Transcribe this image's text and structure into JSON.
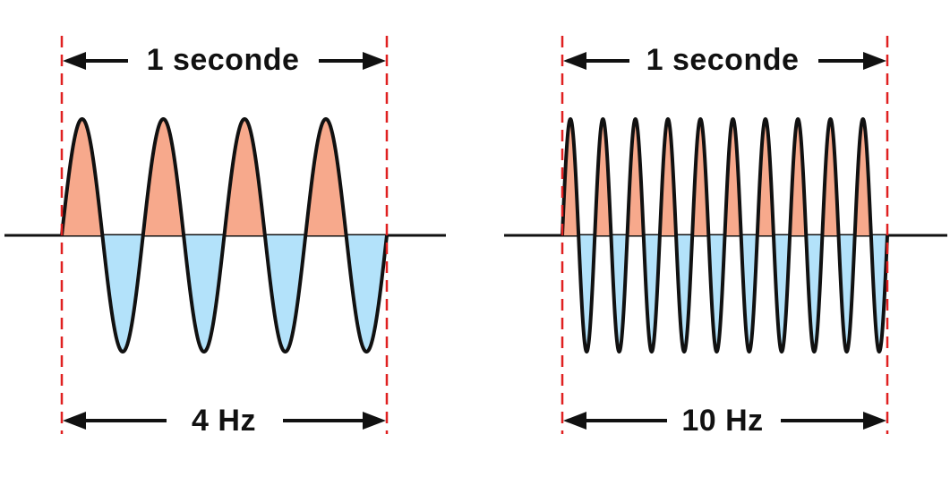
{
  "panels": [
    {
      "duration_label": "1 seconde",
      "frequency_label": "4 Hz",
      "cycles": 4
    },
    {
      "duration_label": "1 seconde",
      "frequency_label": "10 Hz",
      "cycles": 10
    }
  ],
  "colors": {
    "positive_fill": "#F7A98C",
    "negative_fill": "#B3E2FA",
    "wave_stroke": "#111111",
    "marker": "#E02020",
    "arrow": "#111111"
  }
}
